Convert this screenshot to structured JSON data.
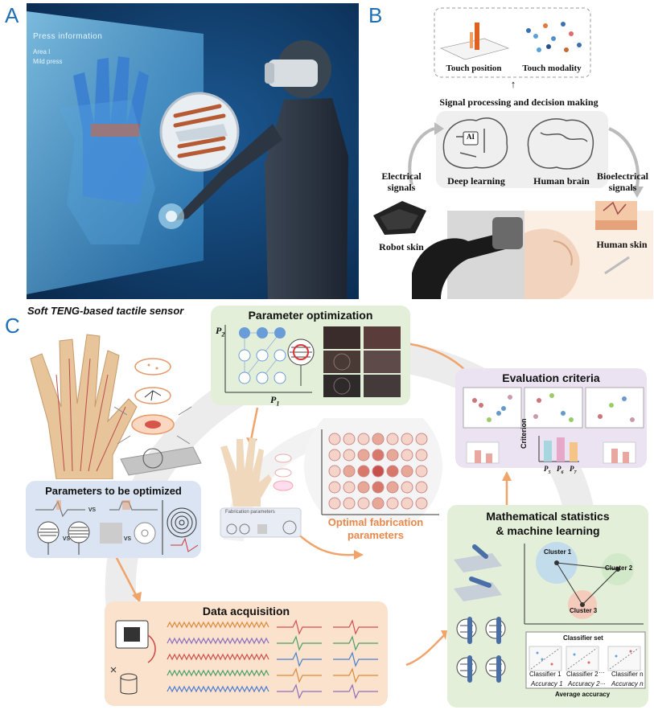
{
  "panels": {
    "a": "A",
    "b": "B",
    "c": "C"
  },
  "panel_a": {
    "screen_title": "Press information",
    "screen_line1": "Area I",
    "screen_line2": "Mild press"
  },
  "panel_b": {
    "touch_position": "Touch position",
    "touch_modality": "Touch modality",
    "arrow": "↑",
    "heading": "Signal processing and decision making",
    "ai_chip": "AI",
    "deep_learning": "Deep learning",
    "human_brain": "Human brain",
    "electrical_signals": "Electrical\nsignals",
    "bioelectrical_signals": "Bioelectrical\nsignals",
    "robot_skin": "Robot skin",
    "human_skin": "Human skin"
  },
  "panel_c": {
    "title": "Soft TENG-based tactile sensor",
    "param_opt": {
      "title": "Parameter optimization",
      "p1": "P",
      "p1_sub": "1",
      "p2": "P",
      "p2_sub": "2"
    },
    "params_to_opt": {
      "title": "Parameters to be optimized",
      "vs": "vs"
    },
    "fabrication_params": "Fabrication parameters",
    "optimal": "Optimal fabrication\nparameters",
    "evaluation": {
      "title": "Evaluation criteria",
      "criterion": "Criterion",
      "p5": "P",
      "p5_sub": "5",
      "p6": "P",
      "p6_sub": "6",
      "p7": "P",
      "p7_sub": "7"
    },
    "data_acq": {
      "title": "Data acquisition"
    },
    "math": {
      "title_line1": "Mathematical statistics",
      "title_line2": "& machine learning",
      "cluster1": "Cluster 1",
      "cluster2": "Cluster 2",
      "cluster3": "Cluster 3",
      "classifier_set": "Classifier set",
      "classifier1": "Classifier 1",
      "classifier2": "Classifier 2",
      "classifiern": "Classifier n",
      "accuracy1": "Accuracy 1",
      "accuracy2": "Accuracy 2",
      "accuracyn": "Accuracy n",
      "dots": "···",
      "dots2": "...",
      "average": "Average accuracy"
    }
  },
  "colors": {
    "accent_blue": "#1f6fb8",
    "orange": "#f0a46a",
    "green_box": "#e3efd8",
    "orange_box": "#fbe2cc",
    "purple_box": "#ece3f2",
    "blue_box": "#dbe4f2"
  }
}
